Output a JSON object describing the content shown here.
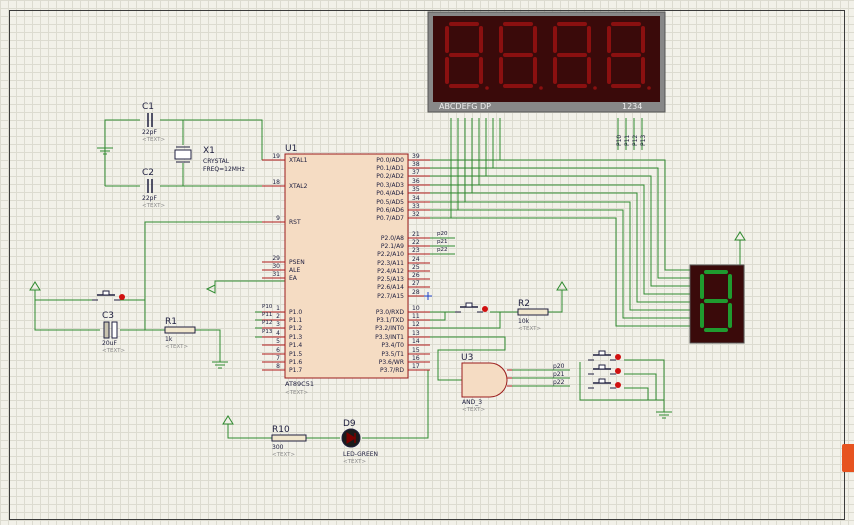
{
  "display4": {
    "segment_label": "ABCDEFG  DP",
    "digit_label": "1234",
    "digit_pins": [
      "P10",
      "P11",
      "P12",
      "P13"
    ],
    "seg_color": "#8a1010",
    "body_color": "#3a0a0a"
  },
  "mcu": {
    "ref": "U1",
    "type": "AT89C51",
    "text_tag": "<TEXT>",
    "left_pins": [
      {
        "num": "19",
        "name": "XTAL1"
      },
      {
        "num": "18",
        "name": "XTAL2"
      },
      {
        "num": "9",
        "name": "RST"
      },
      {
        "num": "29",
        "name": "PSEN"
      },
      {
        "num": "30",
        "name": "ALE"
      },
      {
        "num": "31",
        "name": "EA"
      },
      {
        "num": "1",
        "name": "P1.0"
      },
      {
        "num": "2",
        "name": "P1.1"
      },
      {
        "num": "3",
        "name": "P1.2"
      },
      {
        "num": "4",
        "name": "P1.3"
      },
      {
        "num": "5",
        "name": "P1.4"
      },
      {
        "num": "6",
        "name": "P1.5"
      },
      {
        "num": "7",
        "name": "P1.6"
      },
      {
        "num": "8",
        "name": "P1.7"
      }
    ],
    "left_net_labels": [
      "P10",
      "P11",
      "P12",
      "P13"
    ],
    "right_pins": [
      {
        "num": "39",
        "name": "P0.0/AD0"
      },
      {
        "num": "38",
        "name": "P0.1/AD1"
      },
      {
        "num": "37",
        "name": "P0.2/AD2"
      },
      {
        "num": "36",
        "name": "P0.3/AD3"
      },
      {
        "num": "35",
        "name": "P0.4/AD4"
      },
      {
        "num": "34",
        "name": "P0.5/AD5"
      },
      {
        "num": "33",
        "name": "P0.6/AD6"
      },
      {
        "num": "32",
        "name": "P0.7/AD7"
      },
      {
        "num": "21",
        "name": "P2.0/A8"
      },
      {
        "num": "22",
        "name": "P2.1/A9"
      },
      {
        "num": "23",
        "name": "P2.2/A10"
      },
      {
        "num": "24",
        "name": "P2.3/A11"
      },
      {
        "num": "25",
        "name": "P2.4/A12"
      },
      {
        "num": "26",
        "name": "P2.5/A13"
      },
      {
        "num": "27",
        "name": "P2.6/A14"
      },
      {
        "num": "28",
        "name": "P2.7/A15"
      },
      {
        "num": "10",
        "name": "P3.0/RXD"
      },
      {
        "num": "11",
        "name": "P3.1/TXD"
      },
      {
        "num": "12",
        "name": "P3.2/INT0"
      },
      {
        "num": "13",
        "name": "P3.3/INT1"
      },
      {
        "num": "14",
        "name": "P3.4/T0"
      },
      {
        "num": "15",
        "name": "P3.5/T1"
      },
      {
        "num": "16",
        "name": "P3.6/WR"
      },
      {
        "num": "17",
        "name": "P3.7/RD"
      }
    ],
    "p2_net_labels": [
      "p20",
      "p21",
      "p22"
    ]
  },
  "c1": {
    "ref": "C1",
    "value": "22pF",
    "tag": "<TEXT>"
  },
  "c2": {
    "ref": "C2",
    "value": "22pF",
    "tag": "<TEXT>"
  },
  "x1": {
    "ref": "X1",
    "type": "CRYSTAL",
    "freq": "FREQ=12MHz"
  },
  "c3": {
    "ref": "C3",
    "value": "20uF",
    "tag": "<TEXT>"
  },
  "r1": {
    "ref": "R1",
    "value": "1k",
    "tag": "<TEXT>"
  },
  "r2": {
    "ref": "R2",
    "value": "10k",
    "tag": "<TEXT>"
  },
  "r10": {
    "ref": "R10",
    "value": "300",
    "tag": "<TEXT>"
  },
  "d9": {
    "ref": "D9",
    "type": "LED-GREEN",
    "tag": "<TEXT>"
  },
  "u3": {
    "ref": "U3",
    "type": "AND_3",
    "tag": "<TEXT>",
    "inputs": [
      "p20",
      "p21",
      "p22"
    ]
  },
  "display1": {
    "seg_color": "#1f9b2f",
    "body_color": "#3a0a0a"
  },
  "colors": {
    "wire": "#2f8a2f",
    "body_outline": "#9a1b1b",
    "body_fill": "#f5dcc3",
    "pin_red": "#b01a1a",
    "text_dark": "#202040",
    "tag_gray": "#8a8a8a"
  }
}
